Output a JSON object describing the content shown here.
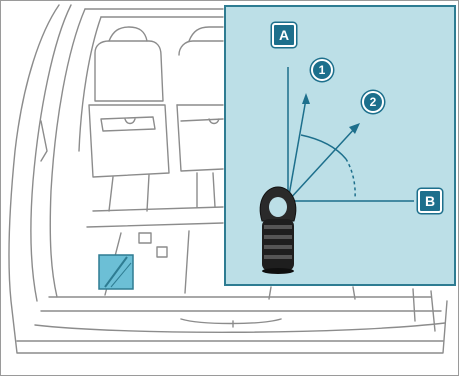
{
  "labels": {
    "vertical_axis": "A",
    "horizontal_axis": "B",
    "angle_1": "1",
    "angle_2": "2"
  },
  "colors": {
    "inset_background": "#bcdfe7",
    "inset_border": "#2e7c92",
    "label_fill": "#1d6f8c",
    "label_text": "#ffffff",
    "line": "#1d6f8c",
    "highlight_marker": "#6cbfd6",
    "van_outline": "#8c8c8c"
  },
  "icons": {
    "van": "van-rear-interior-icon",
    "anchor": "tie-down-anchor-icon",
    "rail_marker": "floor-rail-highlight-icon"
  }
}
